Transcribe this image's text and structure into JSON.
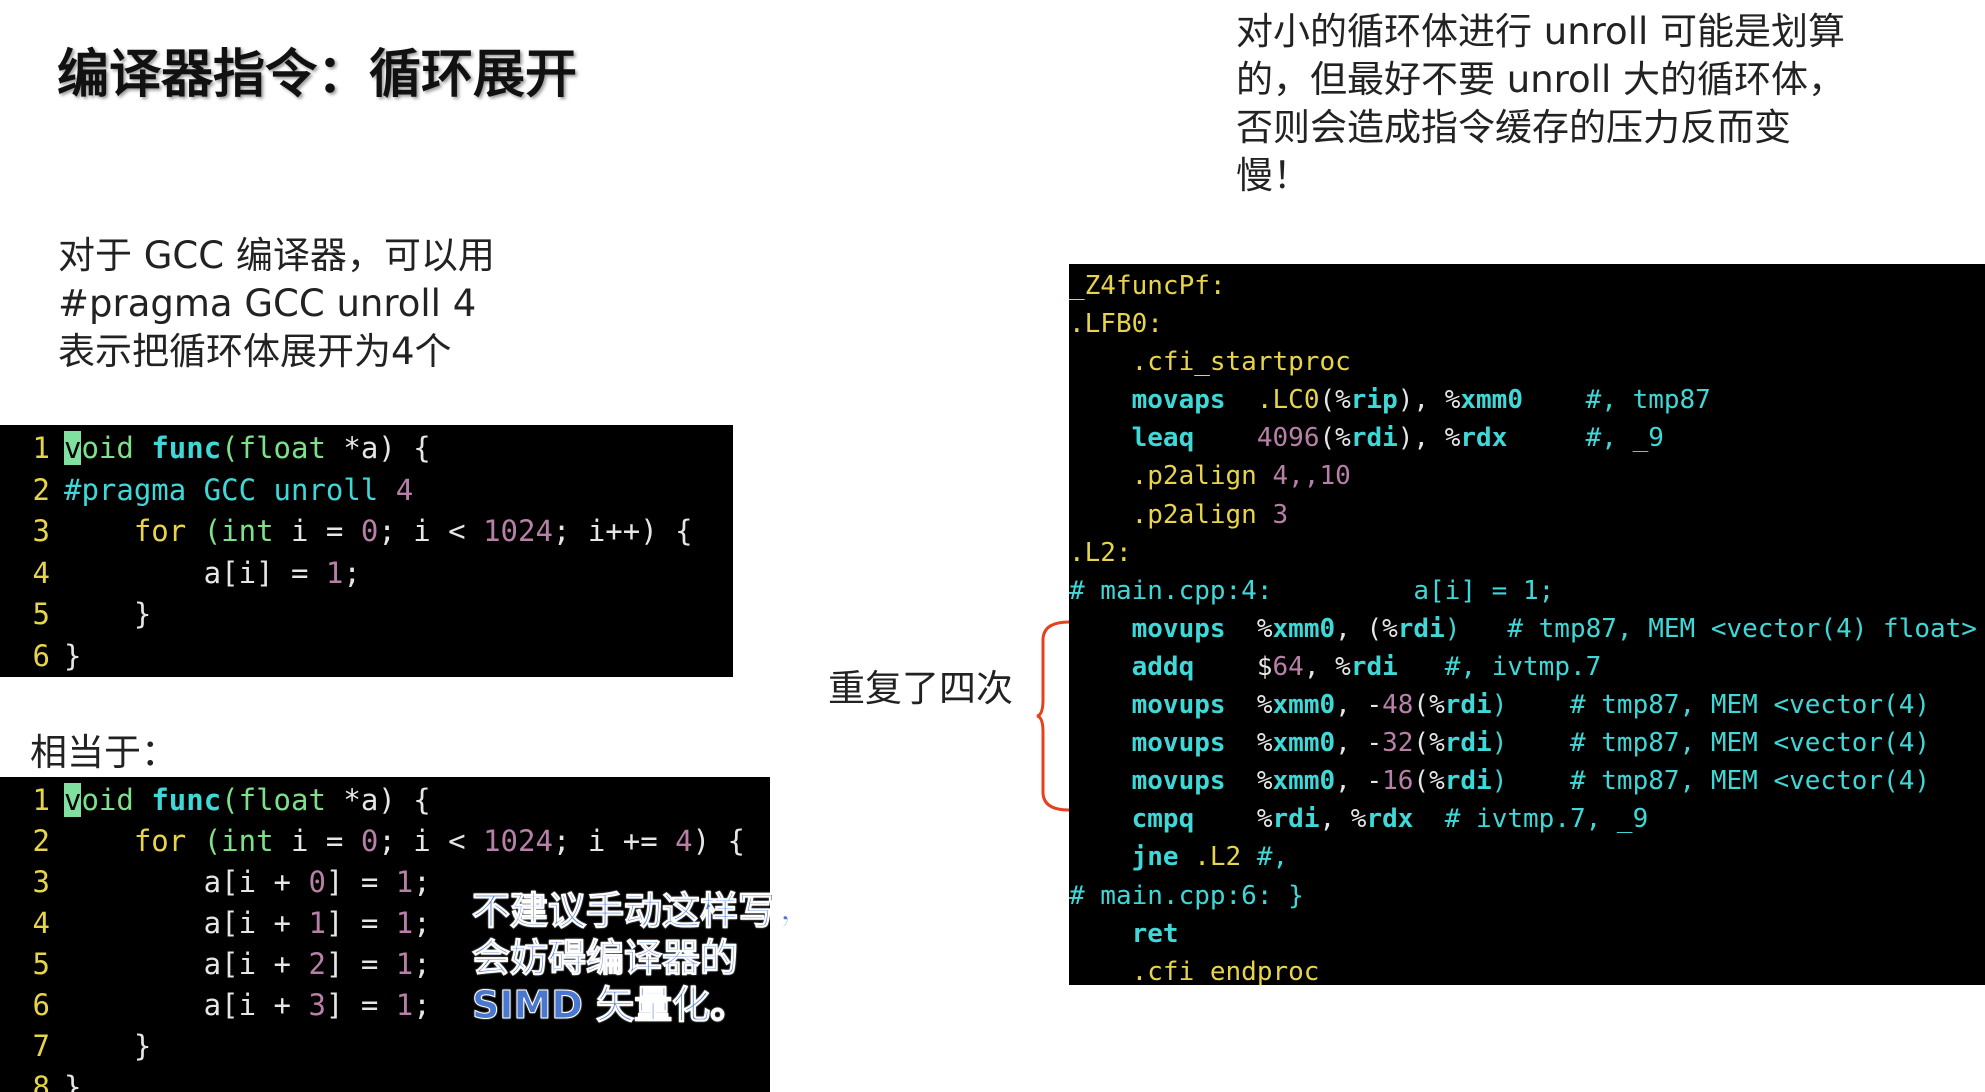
{
  "title": "编译器指令：循环展开",
  "note_right": "对小的循环体进行 unroll 可能是划算的，但最好不要 unroll 大的循环体，否则会造成指令缓存的压力反而变慢！",
  "note_left": [
    "对于 GCC 编译器，可以用",
    "#pragma GCC unroll 4",
    "表示把循环体展开为4个"
  ],
  "equiv_label": "相当于：",
  "repeat_label": "重复了四次",
  "blue_note": [
    "不建议手动这样写，",
    "会妨碍编译器的",
    "SIMD 矢量化。"
  ],
  "colors": {
    "brace": "#e8401c",
    "blue_note": "#4a78d0"
  },
  "code1": [
    {
      "n": "1",
      "t": [
        [
          "v",
          "cur"
        ],
        [
          "oid ",
          "g"
        ],
        [
          "func",
          "cb"
        ],
        [
          "(float ",
          "g"
        ],
        [
          "*a) {",
          "w"
        ]
      ]
    },
    {
      "n": "2",
      "t": [
        [
          "#pragma GCC unroll ",
          "c"
        ],
        [
          "4",
          "p"
        ]
      ]
    },
    {
      "n": "3",
      "t": [
        [
          "    for ",
          "y"
        ],
        [
          "(int ",
          "g"
        ],
        [
          "i = ",
          "w"
        ],
        [
          "0",
          "p"
        ],
        [
          "; i < ",
          "w"
        ],
        [
          "1024",
          "p"
        ],
        [
          "; i++) {",
          "w"
        ]
      ]
    },
    {
      "n": "4",
      "t": [
        [
          "        a[i] = ",
          "w"
        ],
        [
          "1",
          "p"
        ],
        [
          ";",
          "w"
        ]
      ]
    },
    {
      "n": "5",
      "t": [
        [
          "    }",
          "w"
        ]
      ]
    },
    {
      "n": "6",
      "t": [
        [
          "}",
          "w"
        ]
      ]
    }
  ],
  "code2": [
    {
      "n": "1",
      "t": [
        [
          "v",
          "cur"
        ],
        [
          "oid ",
          "g"
        ],
        [
          "func",
          "cb"
        ],
        [
          "(float ",
          "g"
        ],
        [
          "*a) {",
          "w"
        ]
      ]
    },
    {
      "n": "2",
      "t": [
        [
          "    for ",
          "y"
        ],
        [
          "(int ",
          "g"
        ],
        [
          "i = ",
          "w"
        ],
        [
          "0",
          "p"
        ],
        [
          "; i < ",
          "w"
        ],
        [
          "1024",
          "p"
        ],
        [
          "; i += ",
          "w"
        ],
        [
          "4",
          "p"
        ],
        [
          ") {",
          "w"
        ]
      ]
    },
    {
      "n": "3",
      "t": [
        [
          "        a[i + ",
          "w"
        ],
        [
          "0",
          "p"
        ],
        [
          "] = ",
          "w"
        ],
        [
          "1",
          "p"
        ],
        [
          ";",
          "w"
        ]
      ]
    },
    {
      "n": "4",
      "t": [
        [
          "        a[i + ",
          "w"
        ],
        [
          "1",
          "p"
        ],
        [
          "] = ",
          "w"
        ],
        [
          "1",
          "p"
        ],
        [
          ";",
          "w"
        ]
      ]
    },
    {
      "n": "5",
      "t": [
        [
          "        a[i + ",
          "w"
        ],
        [
          "2",
          "p"
        ],
        [
          "] = ",
          "w"
        ],
        [
          "1",
          "p"
        ],
        [
          ";",
          "w"
        ]
      ]
    },
    {
      "n": "6",
      "t": [
        [
          "        a[i + ",
          "w"
        ],
        [
          "3",
          "p"
        ],
        [
          "] = ",
          "w"
        ],
        [
          "1",
          "p"
        ],
        [
          ";",
          "w"
        ]
      ]
    },
    {
      "n": "7",
      "t": [
        [
          "    }",
          "w"
        ]
      ]
    },
    {
      "n": "8",
      "t": [
        [
          "}",
          "w"
        ]
      ]
    }
  ],
  "asm": [
    [
      [
        "_Z4funcPf:",
        "y"
      ]
    ],
    [
      [
        ".LFB0:",
        "y"
      ]
    ],
    [
      [
        "    .cfi_startproc",
        "y"
      ]
    ],
    [
      [
        "    ",
        "w"
      ],
      [
        "movaps",
        "cb"
      ],
      [
        "  .LC0",
        "y"
      ],
      [
        "(%",
        "w"
      ],
      [
        "rip",
        "cb"
      ],
      [
        "), %",
        "w"
      ],
      [
        "xmm0",
        "cb"
      ],
      [
        "    #, tmp87",
        "c"
      ]
    ],
    [
      [
        "    ",
        "w"
      ],
      [
        "leaq",
        "cb"
      ],
      [
        "    ",
        "w"
      ],
      [
        "4096",
        "p"
      ],
      [
        "(%",
        "w"
      ],
      [
        "rdi",
        "cb"
      ],
      [
        "), %",
        "w"
      ],
      [
        "rdx",
        "cb"
      ],
      [
        "     #, _9",
        "c"
      ]
    ],
    [
      [
        "    .p2align ",
        "y"
      ],
      [
        "4,,10",
        "p"
      ]
    ],
    [
      [
        "    .p2align ",
        "y"
      ],
      [
        "3",
        "p"
      ]
    ],
    [
      [
        ".L2:",
        "y"
      ]
    ],
    [
      [
        "# main.cpp:4:         a[i] = 1;",
        "c"
      ]
    ],
    [
      [
        "    ",
        "w"
      ],
      [
        "movups",
        "cb"
      ],
      [
        "  %",
        "w"
      ],
      [
        "xmm0",
        "cb"
      ],
      [
        ", (%",
        "w"
      ],
      [
        "rdi",
        "cb"
      ],
      [
        ")   # tmp87, MEM <vector(4) float>",
        "c"
      ]
    ],
    [
      [
        "    ",
        "w"
      ],
      [
        "addq",
        "cb"
      ],
      [
        "    $",
        "w"
      ],
      [
        "64",
        "p"
      ],
      [
        ", %",
        "w"
      ],
      [
        "rdi",
        "cb"
      ],
      [
        "   #, ivtmp.7",
        "c"
      ]
    ],
    [
      [
        "    ",
        "w"
      ],
      [
        "movups",
        "cb"
      ],
      [
        "  %",
        "w"
      ],
      [
        "xmm0",
        "cb"
      ],
      [
        ", -",
        "w"
      ],
      [
        "48",
        "p"
      ],
      [
        "(%",
        "w"
      ],
      [
        "rdi",
        "cb"
      ],
      [
        ")    # tmp87, MEM <vector(4)",
        "c"
      ]
    ],
    [
      [
        "    ",
        "w"
      ],
      [
        "movups",
        "cb"
      ],
      [
        "  %",
        "w"
      ],
      [
        "xmm0",
        "cb"
      ],
      [
        ", -",
        "w"
      ],
      [
        "32",
        "p"
      ],
      [
        "(%",
        "w"
      ],
      [
        "rdi",
        "cb"
      ],
      [
        ")    # tmp87, MEM <vector(4)",
        "c"
      ]
    ],
    [
      [
        "    ",
        "w"
      ],
      [
        "movups",
        "cb"
      ],
      [
        "  %",
        "w"
      ],
      [
        "xmm0",
        "cb"
      ],
      [
        ", -",
        "w"
      ],
      [
        "16",
        "p"
      ],
      [
        "(%",
        "w"
      ],
      [
        "rdi",
        "cb"
      ],
      [
        ")    # tmp87, MEM <vector(4)",
        "c"
      ]
    ],
    [
      [
        "    ",
        "w"
      ],
      [
        "cmpq",
        "cb"
      ],
      [
        "    %",
        "w"
      ],
      [
        "rdi",
        "cb"
      ],
      [
        ", %",
        "w"
      ],
      [
        "rdx",
        "cb"
      ],
      [
        "  # ivtmp.7, _9",
        "c"
      ]
    ],
    [
      [
        "    ",
        "w"
      ],
      [
        "jne",
        "cb"
      ],
      [
        " .L2 ",
        "y"
      ],
      [
        "#,",
        "c"
      ]
    ],
    [
      [
        "# main.cpp:6: }",
        "c"
      ]
    ],
    [
      [
        "    ",
        "w"
      ],
      [
        "ret",
        "cb"
      ]
    ],
    [
      [
        "    .cfi_endproc",
        "y"
      ]
    ]
  ]
}
